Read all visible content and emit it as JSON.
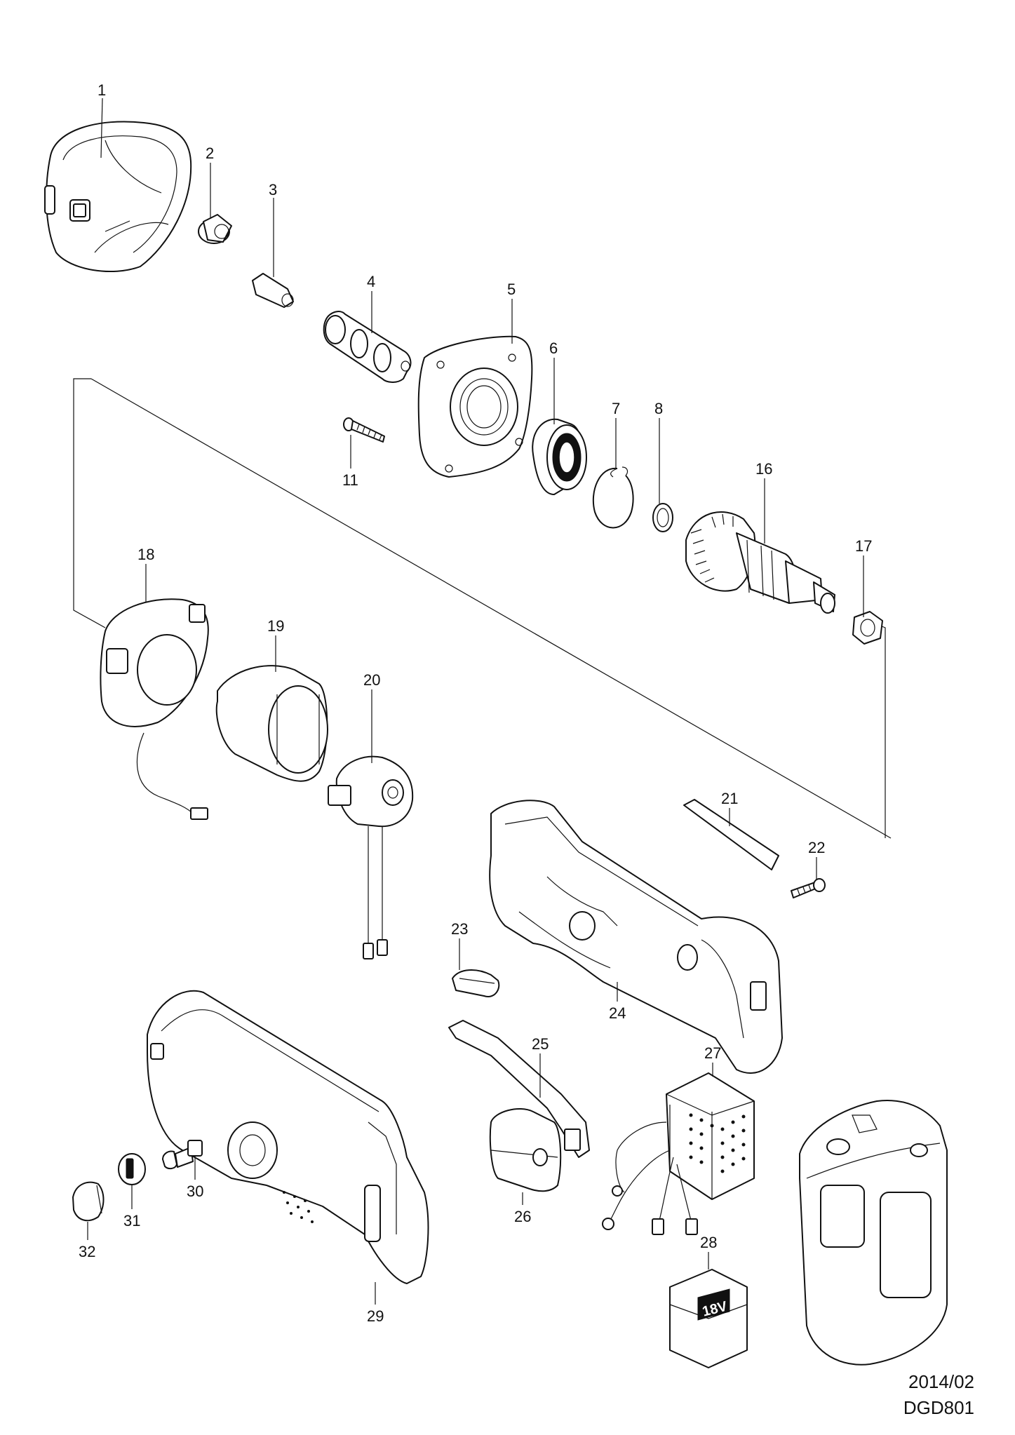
{
  "diagram": {
    "parts": [
      {
        "no": "1"
      },
      {
        "no": "2"
      },
      {
        "no": "3"
      },
      {
        "no": "4"
      },
      {
        "no": "5"
      },
      {
        "no": "6"
      },
      {
        "no": "7"
      },
      {
        "no": "8"
      },
      {
        "no": "11"
      },
      {
        "no": "16"
      },
      {
        "no": "17"
      },
      {
        "no": "18"
      },
      {
        "no": "19"
      },
      {
        "no": "20"
      },
      {
        "no": "21"
      },
      {
        "no": "22"
      },
      {
        "no": "23"
      },
      {
        "no": "24"
      },
      {
        "no": "25"
      },
      {
        "no": "26"
      },
      {
        "no": "27"
      },
      {
        "no": "28"
      },
      {
        "no": "29"
      },
      {
        "no": "30"
      },
      {
        "no": "31"
      },
      {
        "no": "32"
      }
    ],
    "battery_marking": "18V"
  },
  "footer": {
    "date": "2014/02",
    "model": "DGD801"
  }
}
